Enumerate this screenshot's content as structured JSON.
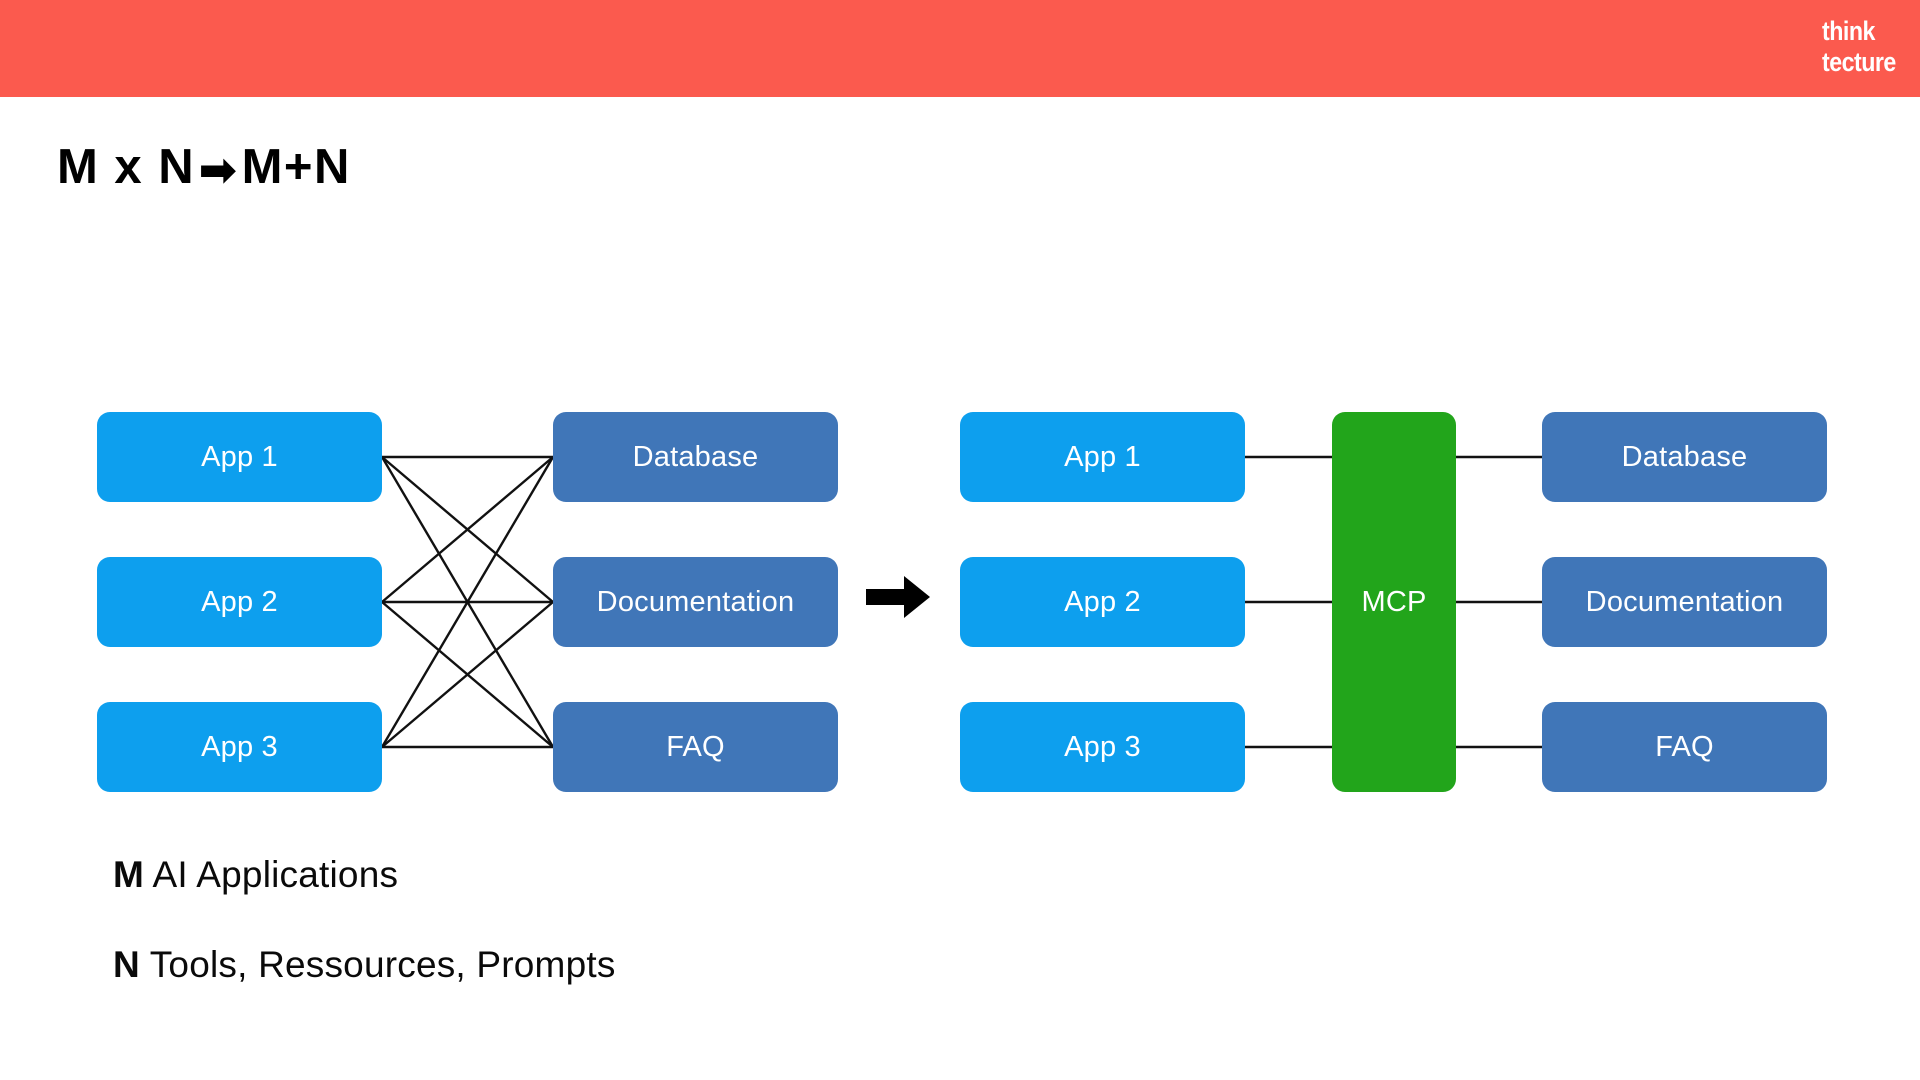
{
  "header": {
    "background_color": "#fb5a4e",
    "logo": {
      "line1": "think",
      "line2": "tecture"
    }
  },
  "title": {
    "before_arrow": "M x N",
    "arrow": "➡",
    "after_arrow": "M+N",
    "full": "M x N ➡ M+N"
  },
  "colors": {
    "app": "#0d9fee",
    "resource": "#4076b8",
    "hub": "#22a51b",
    "edge": "#111111",
    "brand_red": "#fb5a4e"
  },
  "diagram_left": {
    "apps": [
      {
        "label": "App 1"
      },
      {
        "label": "App 2"
      },
      {
        "label": "App 3"
      }
    ],
    "resources": [
      {
        "label": "Database"
      },
      {
        "label": "Documentation"
      },
      {
        "label": "FAQ"
      }
    ],
    "connection_count": 9
  },
  "transform_arrow": {
    "glyph": "➡"
  },
  "diagram_right": {
    "apps": [
      {
        "label": "App 1"
      },
      {
        "label": "App 2"
      },
      {
        "label": "App 3"
      }
    ],
    "hub": {
      "label": "MCP"
    },
    "resources": [
      {
        "label": "Database"
      },
      {
        "label": "Documentation"
      },
      {
        "label": "FAQ"
      }
    ],
    "connection_count": 6
  },
  "legend": [
    {
      "key": "M",
      "text": " AI Applications"
    },
    {
      "key": "N",
      "text": " Tools, Ressources, Prompts"
    }
  ]
}
